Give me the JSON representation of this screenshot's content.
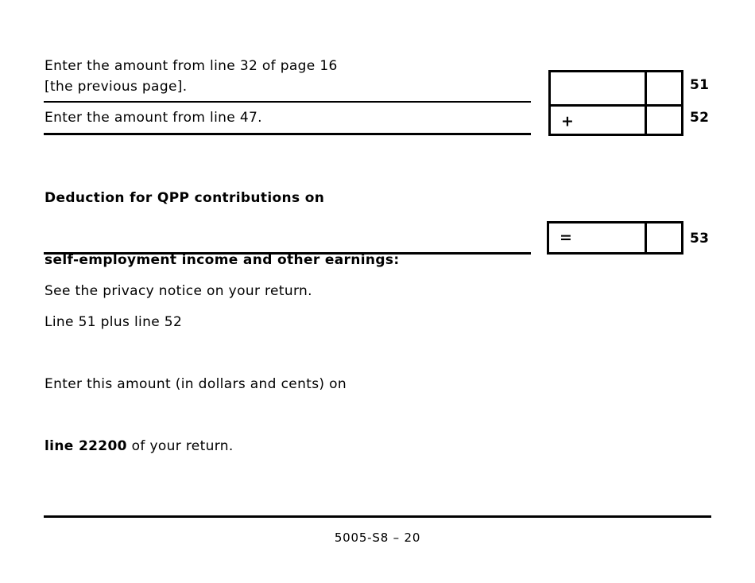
{
  "form": {
    "lines": {
      "line32_text_1": "Enter the amount from line 32 of page 16",
      "line32_text_2": "[the previous page].",
      "line47_text": "Enter the amount from line 47."
    },
    "deduction_block": {
      "heading_line_1": "Deduction for QPP contributions on",
      "heading_line_2": "self-employment income and other earnings:",
      "calc_line": "Line 51 plus line 52",
      "instruction_line": "Enter this amount (in dollars and cents) on",
      "return_line_bold": "line 22200",
      "return_line_rest": " of your return."
    },
    "privacy_notice": "See the privacy notice on your return.",
    "boxes": [
      {
        "number": "51",
        "operator": ""
      },
      {
        "number": "52",
        "operator": "+"
      },
      {
        "number": "53",
        "operator": "="
      }
    ],
    "footer_code": "5005-S8 – 20"
  }
}
